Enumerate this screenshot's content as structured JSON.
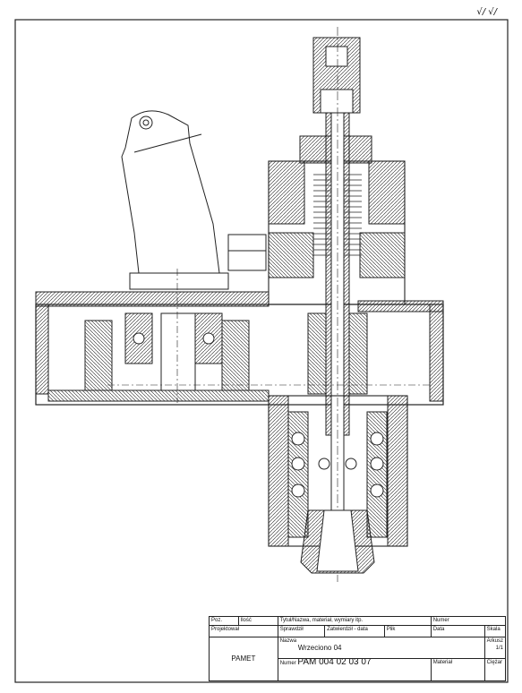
{
  "corner_mark": "√/ √/",
  "title_block": {
    "poz": "Poz.",
    "ilosc": "Ilość",
    "tytul": "Tytuł/Nazwa, materiał, wymiary itp.",
    "numer_hdr": "Numer",
    "projektowal": "Projektował",
    "sprawdzil": "Sprawdził",
    "zatwierdzil": "Zatwierdził - data",
    "plik": "Plik",
    "data": "Data",
    "skala": "Skala",
    "nazwa_label": "Nazwa",
    "nazwa": "Wrzeciono 04",
    "arkusz_label": "Arkusz",
    "arkusz": "1/1",
    "company": "PAMET",
    "numer_label": "Numer",
    "numer": "PAM 004 02 03 07",
    "material_label": "Materiał",
    "ciezar_label": "Ciężar"
  }
}
